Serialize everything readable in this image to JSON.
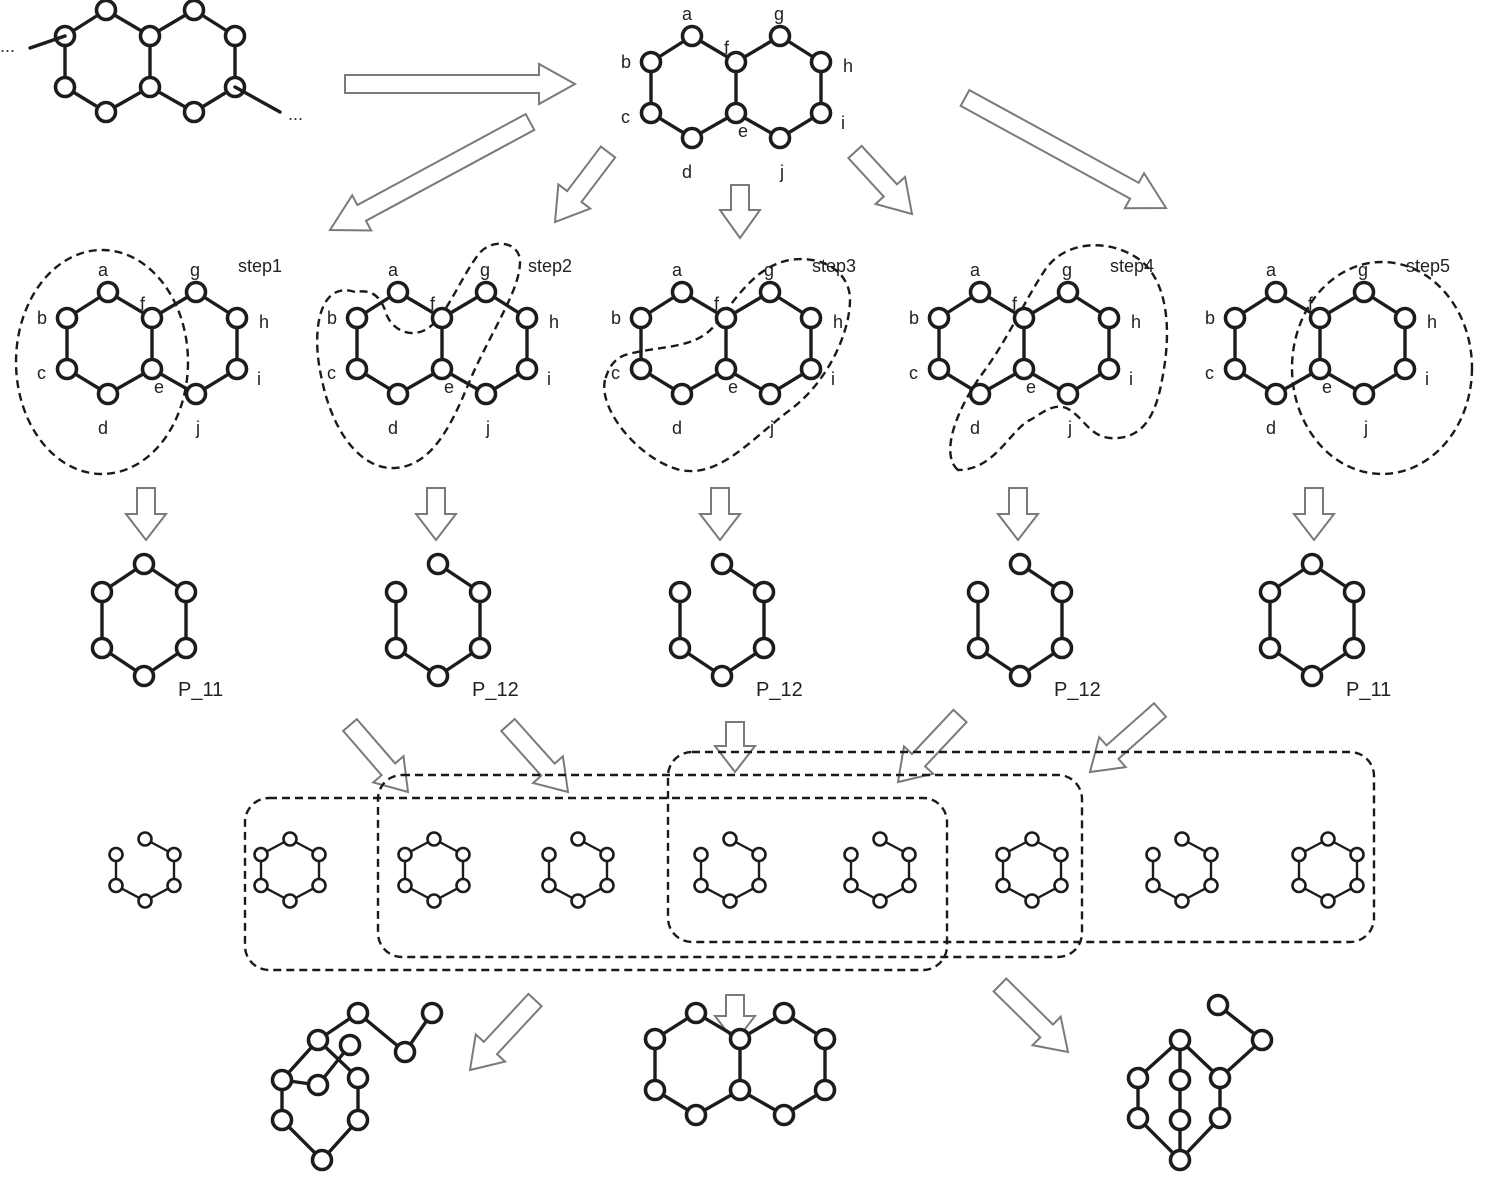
{
  "continuation_mark": "...",
  "atom_labels": [
    "a",
    "b",
    "c",
    "d",
    "e",
    "f",
    "g",
    "h",
    "i",
    "j"
  ],
  "steps": [
    "step1",
    "step2",
    "step3",
    "step4",
    "step5"
  ],
  "pattern_labels": [
    "P_11",
    "P_12",
    "P_12",
    "P_12",
    "P_11"
  ]
}
